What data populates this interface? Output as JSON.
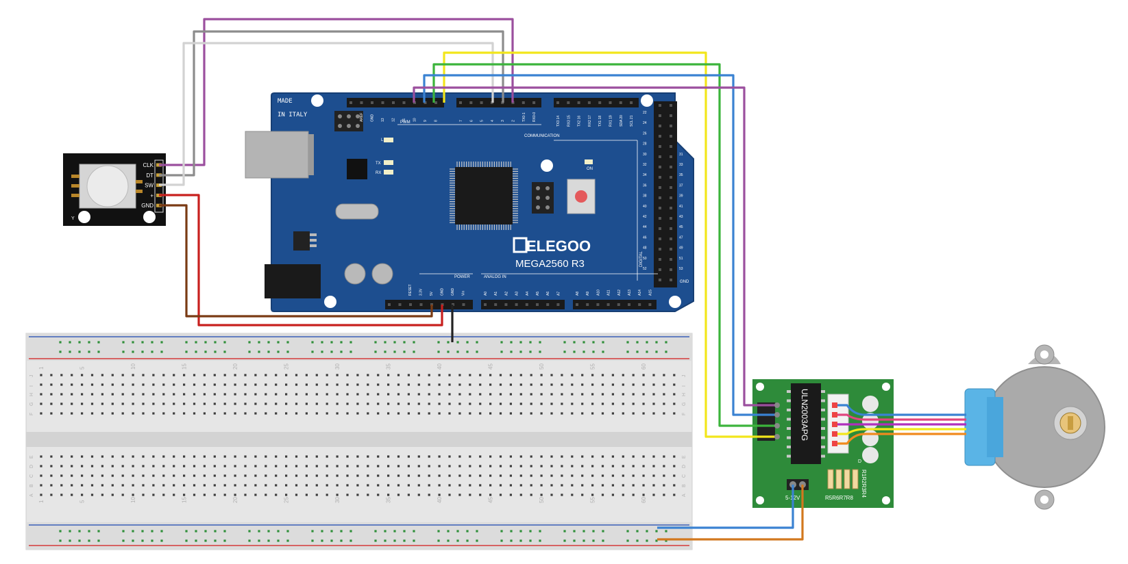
{
  "arduino": {
    "made_line1": "MADE",
    "made_line2": "IN ITALY",
    "brand": "ELEGOO",
    "model": "MEGA2560  R3",
    "pwm_label": "PWM",
    "communication_label": "COMMUNICATION",
    "power_label": "POWER",
    "analog_label": "ANALOG  IN",
    "digital_label": "DIGITAL",
    "on_label": "ON",
    "led_l": "L",
    "led_tx": "TX",
    "led_rx": "RX",
    "gnd_label": "GND",
    "top_pins_left": [
      "AREF",
      "GND",
      "13",
      "12",
      "11",
      "10",
      "9",
      "8"
    ],
    "top_pins_mid": [
      "7",
      "6",
      "5",
      "4",
      "3",
      "2",
      "TX0-1",
      "RX0-0"
    ],
    "top_pins_right": [
      "TX3 14",
      "RX3 15",
      "TX2 16",
      "RX2 17",
      "TX1 18",
      "RX1 19",
      "SDA 20",
      "SCL 21"
    ],
    "power_pins": [
      "RESET",
      "3.3V",
      "5V",
      "GND",
      "GND",
      "Vin"
    ],
    "analog_pins": [
      "A0",
      "A1",
      "A2",
      "A3",
      "A4",
      "A5",
      "A6",
      "A7"
    ],
    "analog_pins2": [
      "A8",
      "A9",
      "A10",
      "A11",
      "A12",
      "A13",
      "A14",
      "A15"
    ],
    "right_pins_left": [
      "22",
      "24",
      "26",
      "28",
      "30",
      "32",
      "34",
      "36",
      "38",
      "40",
      "42",
      "44",
      "46",
      "48",
      "50",
      "52"
    ],
    "right_pins_right": [
      "",
      "",
      "",
      "",
      "31",
      "33",
      "35",
      "37",
      "39",
      "41",
      "43",
      "45",
      "47",
      "49",
      "51",
      "53"
    ]
  },
  "encoder": {
    "pins": [
      "CLK",
      "DT",
      "SW",
      "+",
      "GND"
    ],
    "corner": "Y"
  },
  "driver": {
    "chip": "ULN2003APG",
    "power_label": "5-12V",
    "resistors": "R5R6R7R8",
    "resistors_side": "R1R2R3R4",
    "d_label": "D"
  },
  "breadboard": {
    "col_numbers": [
      "1",
      "5",
      "10",
      "15",
      "20",
      "25",
      "30",
      "35",
      "40",
      "45",
      "50",
      "55",
      "60"
    ],
    "row_letters_top": [
      "J",
      "I",
      "H",
      "G",
      "F"
    ],
    "row_letters_bottom": [
      "E",
      "D",
      "C",
      "B",
      "A"
    ]
  },
  "colors": {
    "board_blue": "#1d4e8f",
    "wire_purple": "#9b4f9e",
    "wire_gray": "#8c8c8c",
    "wire_white": "#d8d8d8",
    "wire_yellow": "#f2e61b",
    "wire_green": "#3cb43c",
    "wire_blue": "#3a82d2",
    "wire_red": "#c8201e",
    "wire_brown": "#7a3b14",
    "wire_orange": "#d2781e",
    "driver_green": "#2e8b3a"
  }
}
